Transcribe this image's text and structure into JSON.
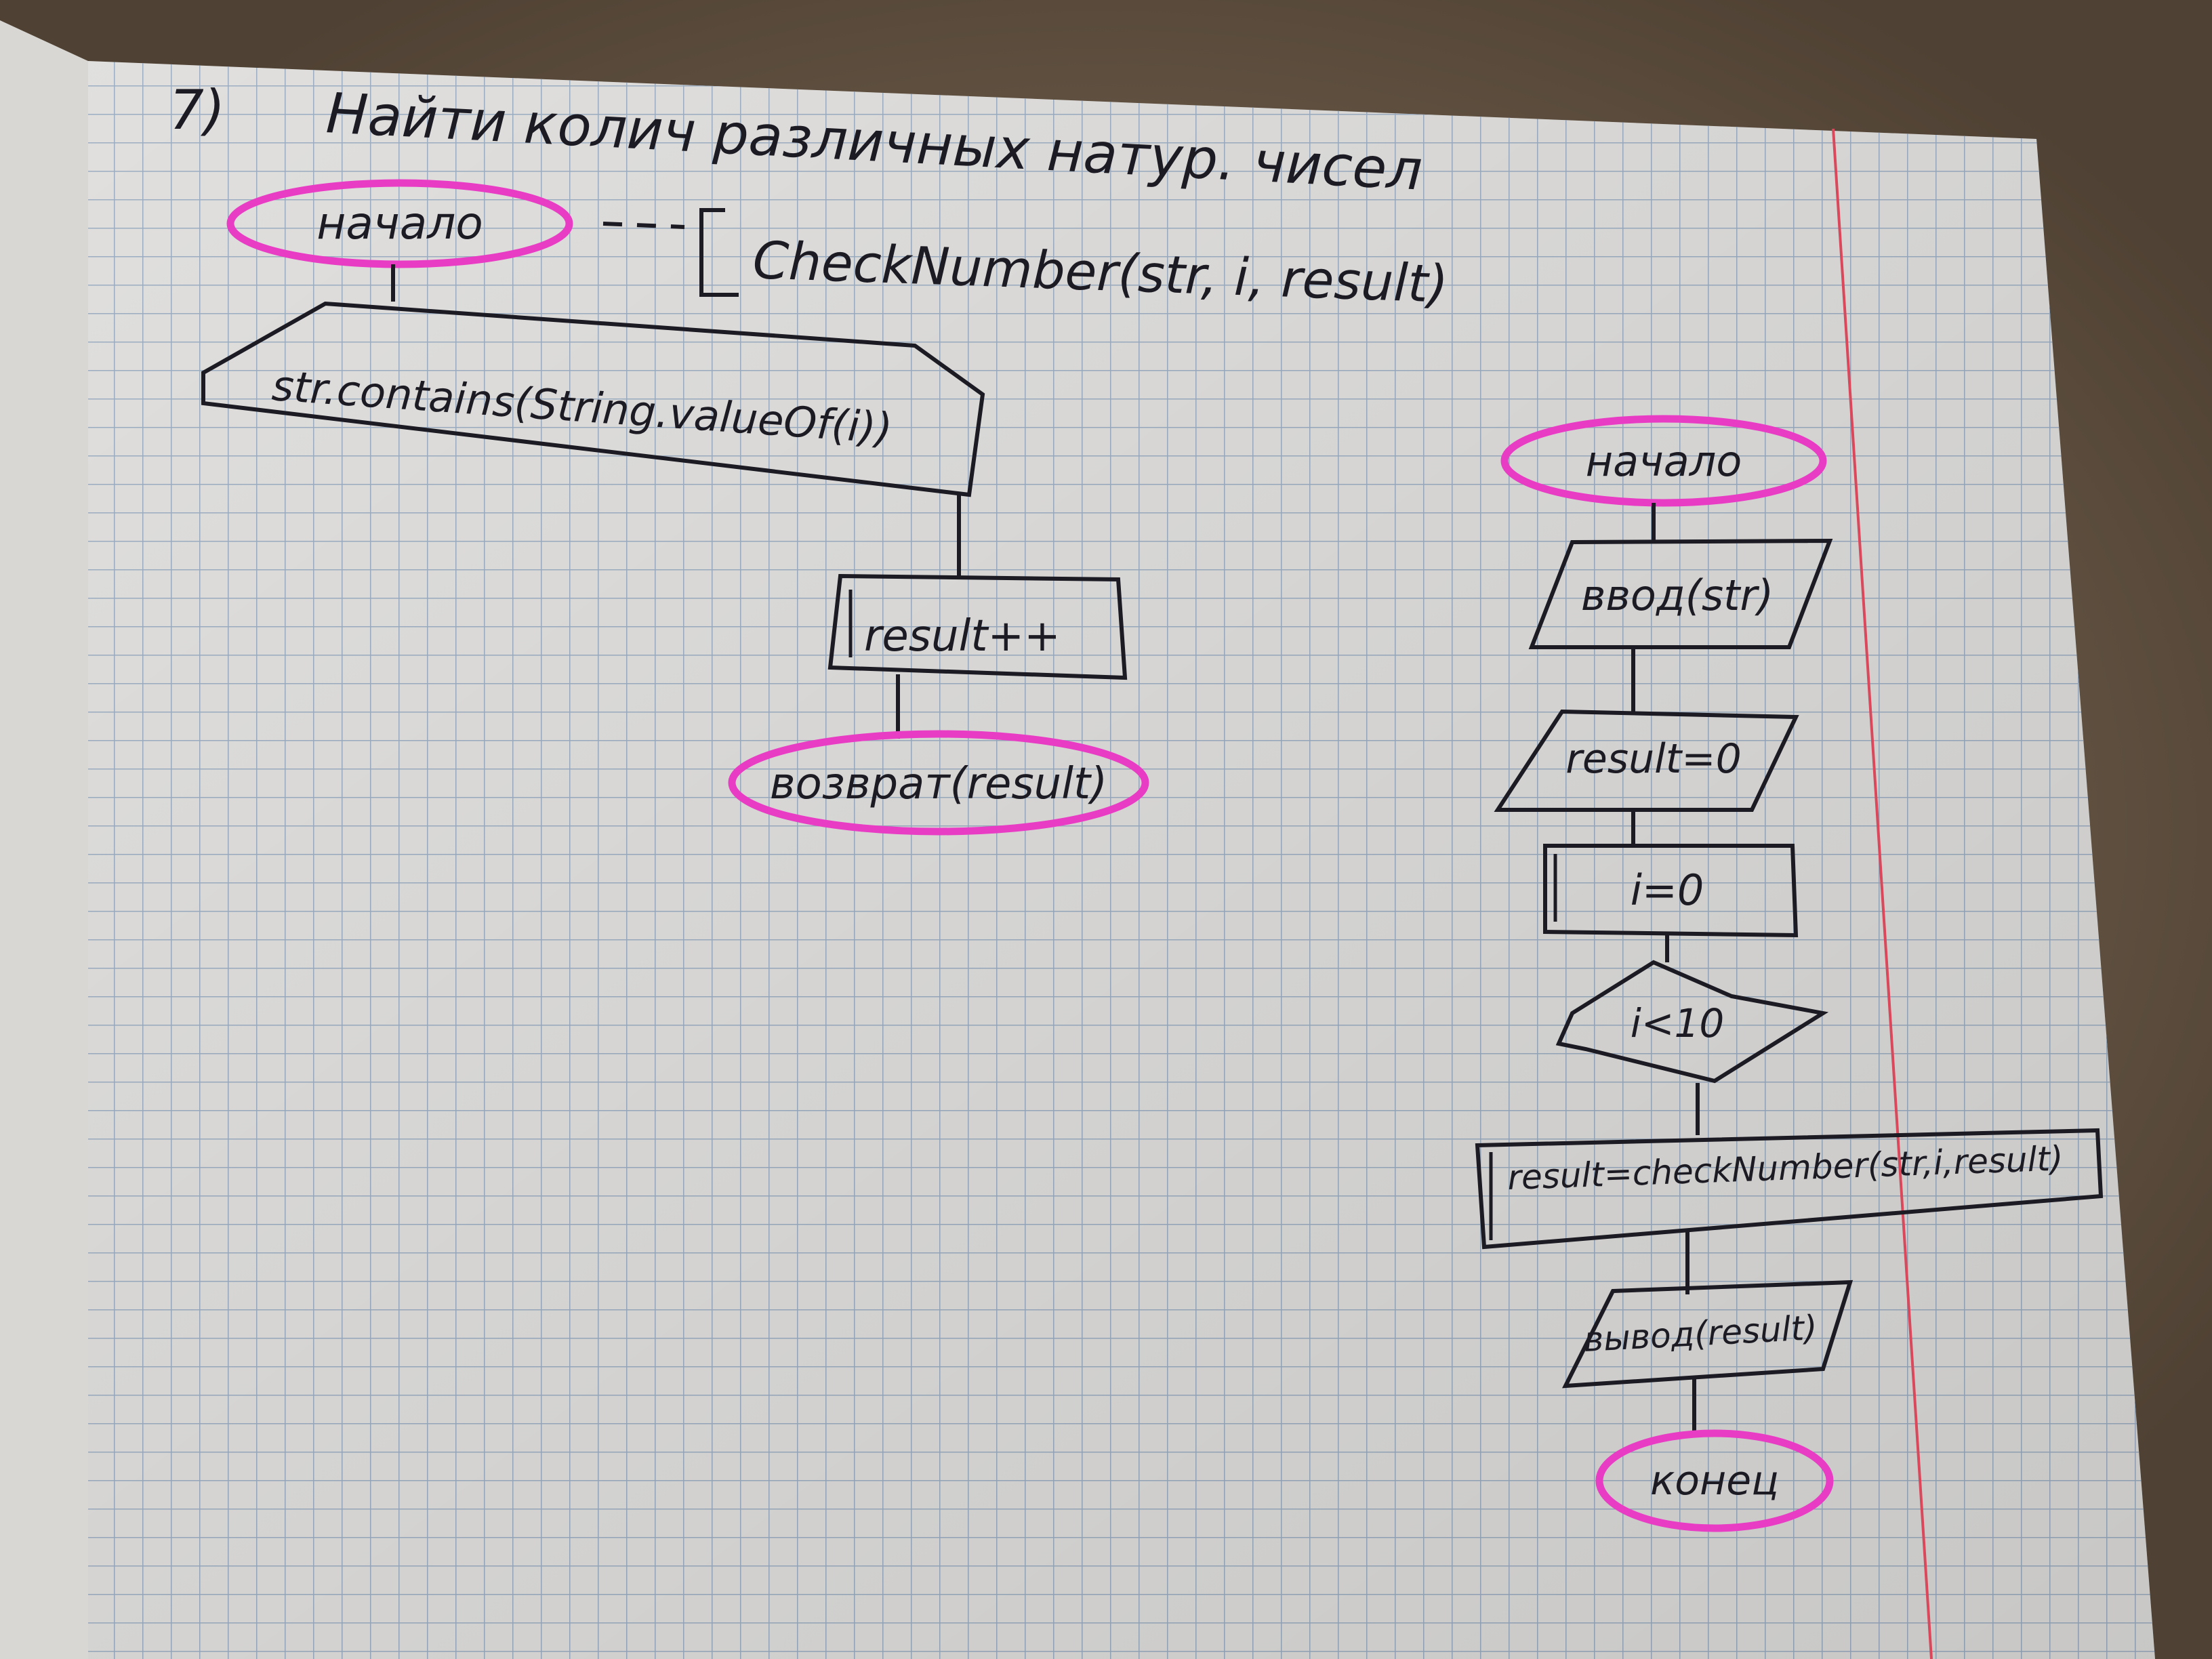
{
  "header": {
    "number": "7)",
    "task": "Найти колич различных натур. чисел",
    "subroutine_signature": "CheckNumber(str, i, result)"
  },
  "subroutine": {
    "start": "начало",
    "condition": "str.contains(String.valueOf(i))",
    "increment": "result++",
    "return": "возврат(result)"
  },
  "main": {
    "start": "начало",
    "input": "ввод(str)",
    "init_result": "result=0",
    "init_i": "i=0",
    "loop_condition": "i<10",
    "call": "result=checkNumber(str,i,result)",
    "output": "вывод(result)",
    "end": "конец"
  },
  "colors": {
    "ink": "#1c1a22",
    "highlight": "#e83cc4",
    "grid": "#8ea9c8",
    "margin_line": "#d9485b",
    "paper": "#f4f3f1",
    "fabric": "#6b5a48"
  },
  "icons": [
    "bracket-connector-icon"
  ]
}
